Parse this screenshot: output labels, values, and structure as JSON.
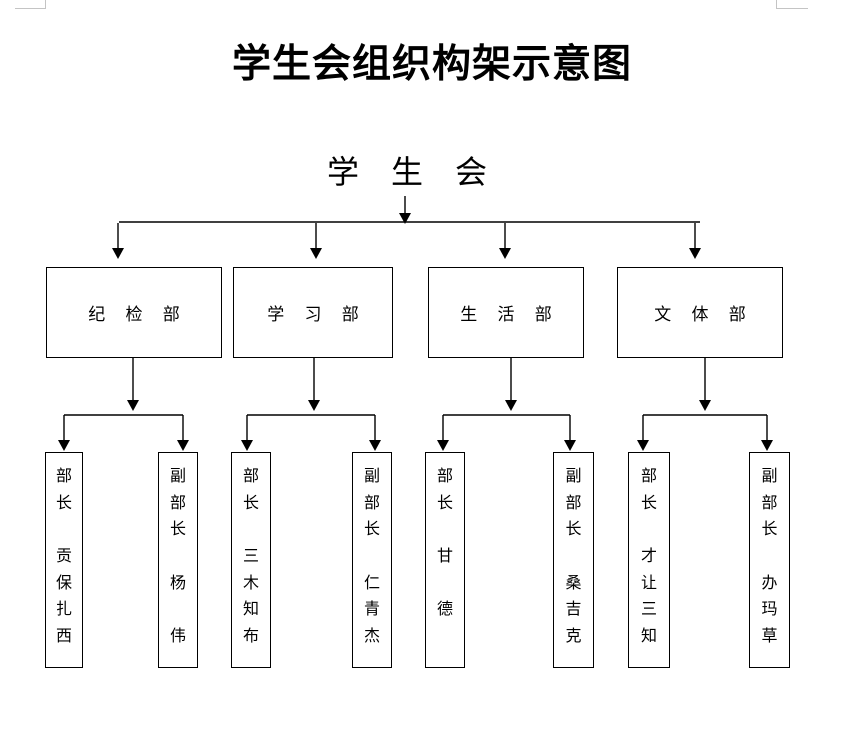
{
  "page": {
    "title": "学生会组织构架示意图",
    "root_label": "学 生 会"
  },
  "departments": [
    {
      "label": "纪 检 部",
      "members": [
        {
          "role": "部长",
          "name": "贡保扎西"
        },
        {
          "role": "副部长",
          "name": "杨伟"
        }
      ]
    },
    {
      "label": "学 习 部",
      "members": [
        {
          "role": "部长",
          "name": "三木知布"
        },
        {
          "role": "副部长",
          "name": "仁青杰"
        }
      ]
    },
    {
      "label": "生 活 部",
      "members": [
        {
          "role": "部长",
          "name": "甘德"
        },
        {
          "role": "副部长",
          "name": "桑吉克"
        }
      ]
    },
    {
      "label": "文 体 部",
      "members": [
        {
          "role": "部长",
          "name": "才让三知"
        },
        {
          "role": "副部长",
          "name": "办玛草"
        }
      ]
    }
  ]
}
